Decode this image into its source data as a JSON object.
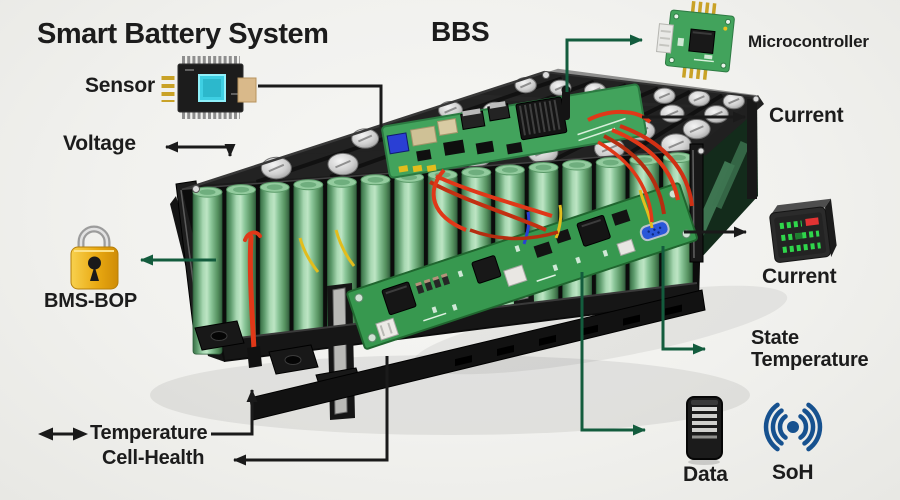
{
  "title": "Smart Battery System",
  "acronym": "BBS",
  "callouts": {
    "sensor": {
      "label": "Sensor"
    },
    "voltage": {
      "label": "Voltage"
    },
    "microcontroller": {
      "label": "Microcontroller"
    },
    "current_top": {
      "label": "Current"
    },
    "bms_bop": {
      "label": "BMS-BOP"
    },
    "current_device": {
      "label": "Current"
    },
    "state_temperature": {
      "line1": "State",
      "line2": "Temperature"
    },
    "temperature": {
      "label": "Temperature"
    },
    "cell_health": {
      "label": "Cell-Health"
    },
    "data": {
      "label": "Data"
    },
    "soh": {
      "label": "SoH"
    }
  },
  "icons": {
    "sensor": "sensor-chip-icon",
    "microcontroller": "microcontroller-board-icon",
    "bms_bop": "padlock-icon",
    "current_device": "led-display-icon",
    "data": "server-icon",
    "soh": "wireless-signal-icon",
    "center": "battery-pack-illustration"
  },
  "colors": {
    "background": "#f2f2f0",
    "text": "#1c1c1c",
    "callout_black": "#1a1a1a",
    "callout_green": "#135c3d",
    "pcb_green": "#42a35c",
    "pcb_green_front": "#37984f",
    "cell_green": "#8cc79a",
    "lock_gold": "#e9a912",
    "wire_red": "#e03818",
    "soh_blue": "#16518f",
    "led_green": "#2fd64b",
    "led_red": "#e23333"
  }
}
